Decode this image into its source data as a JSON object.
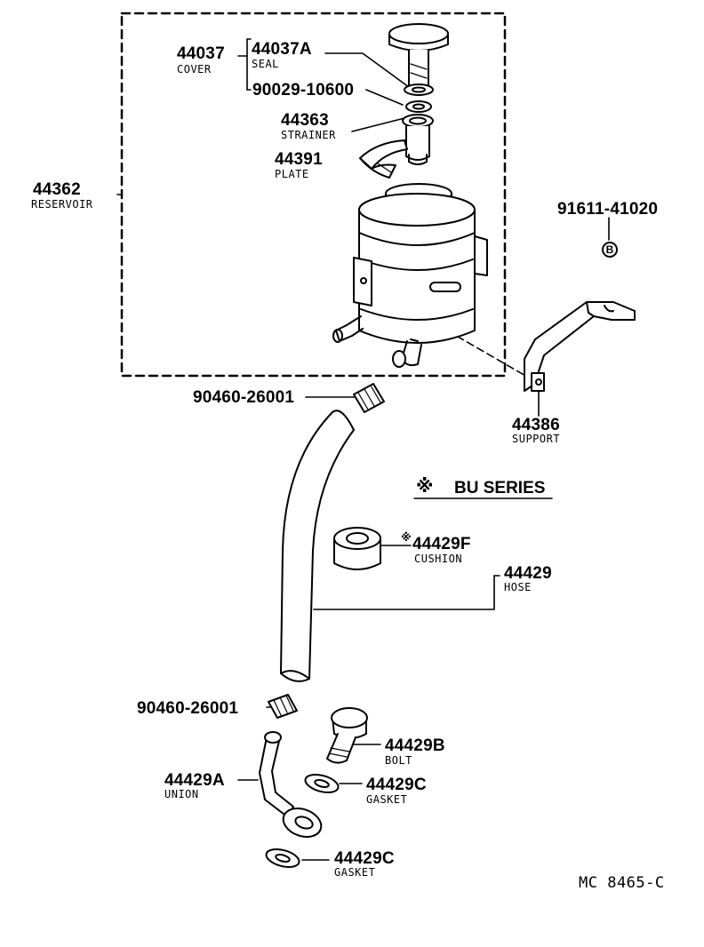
{
  "parts": {
    "cover": {
      "number": "44037",
      "name": "COVER"
    },
    "seal": {
      "number": "44037A",
      "name": "SEAL"
    },
    "washer": {
      "number": "90029-10600"
    },
    "strainer": {
      "number": "44363",
      "name": "STRAINER"
    },
    "plate": {
      "number": "44391",
      "name": "PLATE"
    },
    "reservoir": {
      "number": "44362",
      "name": "RESERVOIR"
    },
    "bolt_ref": {
      "number": "91611-41020",
      "marker": "B"
    },
    "clamp_top": {
      "number": "90460-26001"
    },
    "support": {
      "number": "44386",
      "name": "SUPPORT"
    },
    "cushion": {
      "number": "44429F",
      "name": "CUSHION",
      "marker": "※"
    },
    "hose": {
      "number": "44429",
      "name": "HOSE"
    },
    "clamp_bottom": {
      "number": "90460-26001"
    },
    "bolt": {
      "number": "44429B",
      "name": "BOLT"
    },
    "union": {
      "number": "44429A",
      "name": "UNION"
    },
    "gasket_a": {
      "number": "44429C",
      "name": "GASKET"
    },
    "gasket_b": {
      "number": "44429C",
      "name": "GASKET"
    }
  },
  "series_note": {
    "marker": "※",
    "text": "BU SERIES"
  },
  "drawing_code": "MC 8465-C"
}
